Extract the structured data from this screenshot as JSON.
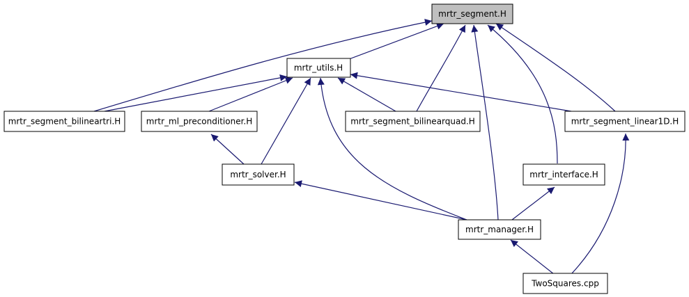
{
  "nodes": {
    "segment": "mrtr_segment.H",
    "utils": "mrtr_utils.H",
    "bilineartri": "mrtr_segment_bilineartri.H",
    "ml_preconditioner": "mrtr_ml_preconditioner.H",
    "bilinearquad": "mrtr_segment_bilinearquad.H",
    "linear1d": "mrtr_segment_linear1D.H",
    "solver": "mrtr_solver.H",
    "interface": "mrtr_interface.H",
    "manager": "mrtr_manager.H",
    "twosquares": "TwoSquares.cpp"
  },
  "edges": [
    {
      "from": "utils",
      "to": "segment"
    },
    {
      "from": "bilineartri",
      "to": "segment"
    },
    {
      "from": "bilinearquad",
      "to": "segment"
    },
    {
      "from": "manager",
      "to": "segment"
    },
    {
      "from": "interface",
      "to": "segment"
    },
    {
      "from": "linear1d",
      "to": "segment"
    },
    {
      "from": "bilineartri",
      "to": "utils"
    },
    {
      "from": "ml_preconditioner",
      "to": "utils"
    },
    {
      "from": "solver",
      "to": "utils"
    },
    {
      "from": "manager",
      "to": "utils"
    },
    {
      "from": "bilinearquad",
      "to": "utils"
    },
    {
      "from": "linear1d",
      "to": "utils"
    },
    {
      "from": "solver",
      "to": "ml_preconditioner"
    },
    {
      "from": "manager",
      "to": "solver"
    },
    {
      "from": "manager",
      "to": "interface"
    },
    {
      "from": "twosquares",
      "to": "manager"
    },
    {
      "from": "twosquares",
      "to": "linear1d"
    }
  ],
  "colors": {
    "edge": "#191970",
    "root_fill": "#bfbfbf",
    "node_fill": "#ffffff",
    "node_border": "#000000"
  }
}
